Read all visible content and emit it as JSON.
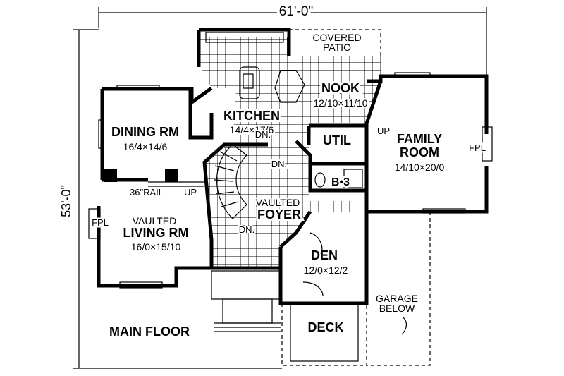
{
  "dimensions": {
    "width_label": "61'-0\"",
    "depth_label": "53'-0\""
  },
  "rooms": {
    "kitchen": {
      "name": "KITCHEN",
      "size": "14/4×17/6"
    },
    "nook": {
      "name": "NOOK",
      "size": "12/10×11/10"
    },
    "covered_patio": {
      "line1": "COVERED",
      "line2": "PATIO"
    },
    "dining": {
      "name": "DINING RM",
      "size": "16/4×14/6"
    },
    "family": {
      "line1": "FAMILY",
      "line2": "ROOM",
      "size": "14/10×20/0"
    },
    "util": {
      "name": "UTIL"
    },
    "bath": {
      "name": "B•3"
    },
    "foyer": {
      "prefix": "VAULTED",
      "name": "FOYER"
    },
    "living": {
      "prefix": "VAULTED",
      "name": "LIVING RM",
      "size": "16/0×15/10"
    },
    "den": {
      "name": "DEN",
      "size": "12/0×12/2"
    },
    "deck": {
      "name": "DECK"
    },
    "garage": {
      "line1": "GARAGE",
      "line2": "BELOW"
    }
  },
  "annotations": {
    "fpl": "FPL",
    "rail": "36\"RAIL",
    "up": "UP",
    "dn": "DN."
  },
  "plan_title": "MAIN FLOOR"
}
